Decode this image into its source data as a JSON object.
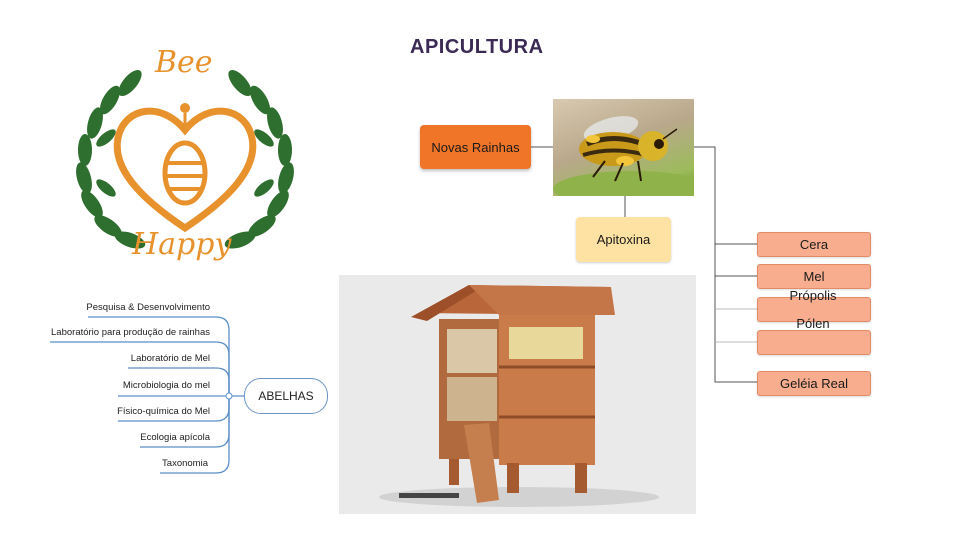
{
  "title": "APICULTURA",
  "logo": {
    "text_top": "Bee",
    "text_bottom": "Happy"
  },
  "diagram": {
    "novas_rainhas": "Novas Rainhas",
    "apitoxina": "Apitoxina",
    "products": [
      "Cera",
      "Mel",
      "Própolis",
      "Pólen",
      "",
      "Geléia Real"
    ]
  },
  "mindmap": {
    "center": "ABELHAS",
    "branches": [
      "Pesquisa & Desenvolvimento",
      "Laboratório para produção de rainhas",
      "Laboratório de Mel",
      "Microbiologia do mel",
      "Físico-química do Mel",
      "Ecologia apícola",
      "Taxonomia"
    ]
  },
  "colors": {
    "orange": "#f07528",
    "peach": "#f7ad8e",
    "yellow": "#fde2a3",
    "green": "#2e6e2e",
    "logo_orange": "#e8922e",
    "mindmap_line": "#5b8fc8"
  }
}
